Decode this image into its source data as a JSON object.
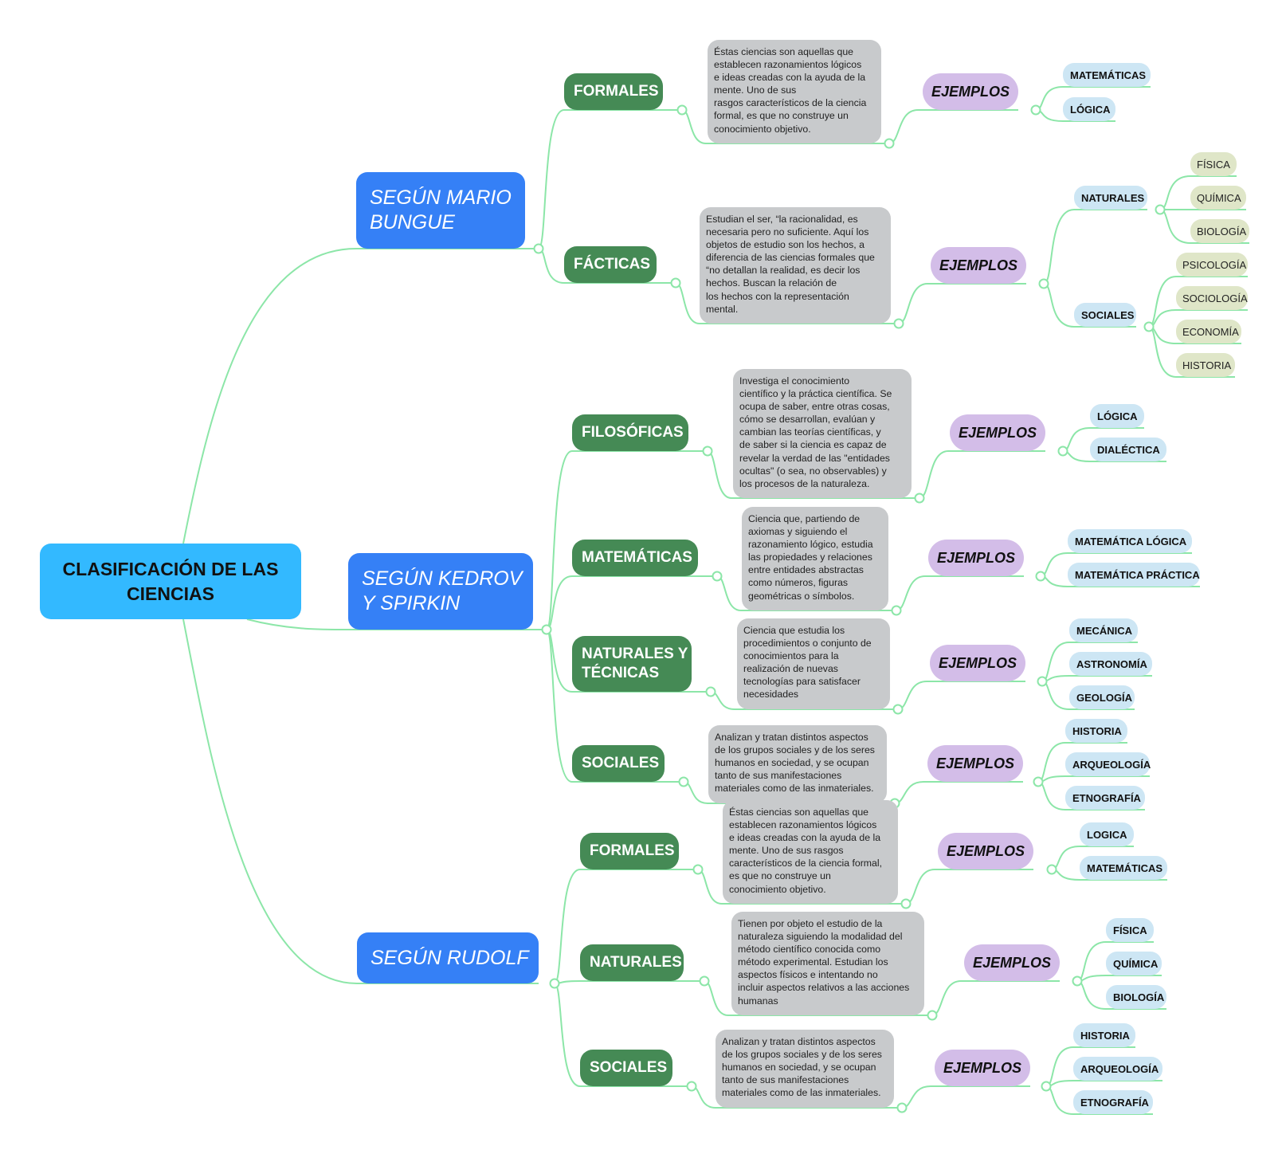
{
  "root": "CLASIFICACIÓN DE LAS CIENCIAS",
  "bunge": {
    "title": "SEGÚN MARIO BUNGUE",
    "formales": {
      "label": "FORMALES",
      "desc": "Éstas ciencias son aquellas que\nestablecen razonamientos lógicos\ne ideas creadas con la ayuda de la\nmente. Uno de sus\nrasgos característicos de la ciencia\nformal, es que no construye un\nconocimiento objetivo.",
      "ejemplos": "EJEMPLOS",
      "items": [
        "MATEMÁTICAS",
        "LÓGICA"
      ]
    },
    "facticas": {
      "label": "FÁCTICAS",
      "desc": "Estudian el ser, “la racionalidad, es\nnecesaria pero no suficiente. Aquí los\nobjetos de estudio son los hechos, a\ndiferencia de las ciencias formales que\n“no detallan la realidad, es decir los\nhechos. Buscan la relación de\nlos hechos con la representación\nmental.",
      "ejemplos": "EJEMPLOS",
      "naturales": {
        "label": "NATURALES",
        "items": [
          "FÍSICA",
          "QUÍMICA",
          "BIOLOGÍA"
        ]
      },
      "sociales": {
        "label": "SOCIALES",
        "items": [
          "PSICOLOGÍA",
          "SOCIOLOGÍA",
          "ECONOMÍA",
          "HISTORIA"
        ]
      }
    }
  },
  "kedrov": {
    "title": "SEGÚN KEDROV Y SPIRKIN",
    "filosoficas": {
      "label": "FILOSÓFICAS",
      "desc": "Investiga el conocimiento\ncientífico y la práctica científica. Se\nocupa de saber, entre otras cosas,\ncómo se desarrollan, evalúan y\ncambian las teorías científicas, y\nde saber si la ciencia es capaz de\nrevelar la verdad de las \"entidades\nocultas\" (o sea, no observables) y\nlos procesos de la naturaleza.",
      "ejemplos": "EJEMPLOS",
      "items": [
        "LÓGICA",
        "DIALÉCTICA"
      ]
    },
    "matematicas": {
      "label": "MATEMÁTICAS",
      "desc": "Ciencia que, partiendo de\naxiomas y siguiendo el\nrazonamiento lógico, estudia\nlas propiedades y relaciones\nentre entidades abstractas\ncomo números, figuras\ngeométricas o símbolos.",
      "ejemplos": "EJEMPLOS",
      "items": [
        "MATEMÁTICA LÓGICA",
        "MATEMÁTICA PRÁCTICA"
      ]
    },
    "naturales": {
      "label": "NATURALES Y TÉCNICAS",
      "desc": "Ciencia que estudia los\nprocedimientos o conjunto de\nconocimientos para la\nrealización de nuevas\ntecnologías para satisfacer\nnecesidades",
      "ejemplos": "EJEMPLOS",
      "items": [
        "MECÁNICA",
        "ASTRONOMÍA",
        "GEOLOGÍA"
      ]
    },
    "sociales": {
      "label": "SOCIALES",
      "desc": "Analizan y tratan distintos aspectos\nde los grupos sociales y de los seres\nhumanos en sociedad, y se ocupan\ntanto de sus manifestaciones\nmateriales como de las inmateriales.",
      "ejemplos": "EJEMPLOS",
      "items": [
        "HISTORIA",
        "ARQUEOLOGÍA",
        "ETNOGRAFÍA"
      ]
    }
  },
  "rudolf": {
    "title": "SEGÚN RUDOLF",
    "formales": {
      "label": "FORMALES",
      "desc": "Éstas ciencias son aquellas que\nestablecen razonamientos lógicos\ne ideas creadas con la ayuda de la\nmente. Uno de sus rasgos\ncaracterísticos de la ciencia formal,\nes que no construye un\nconocimiento objetivo.",
      "ejemplos": "EJEMPLOS",
      "items": [
        "LOGICA",
        "MATEMÁTICAS"
      ]
    },
    "naturales": {
      "label": "NATURALES",
      "desc": "Tienen por objeto el estudio de la\nnaturaleza siguiendo la modalidad del\nmétodo científico conocida como\nmétodo experimental. Estudian los\naspectos físicos e intentando no\nincluir aspectos relativos a las acciones\nhumanas",
      "ejemplos": "EJEMPLOS",
      "items": [
        "FÍSICA",
        "QUÍMICA",
        "BIOLOGÍA"
      ]
    },
    "sociales": {
      "label": "SOCIALES",
      "desc": "Analizan y tratan distintos aspectos\nde los grupos sociales y de los seres\nhumanos en sociedad, y se ocupan\ntanto de sus manifestaciones\nmateriales como de las inmateriales.",
      "ejemplos": "EJEMPLOS",
      "items": [
        "HISTORIA",
        "ARQUEOLOGÍA",
        "ETNOGRAFÍA"
      ]
    }
  },
  "colors": {
    "root": "#33b9ff",
    "level1": "#3580f6",
    "level2": "#458a55",
    "description": "#c8cacc",
    "ejemplos": "#d3bde8",
    "leaf": "#cde6f4",
    "leaf_alt": "#dfe6c8",
    "connector": "#8ce6a8"
  }
}
